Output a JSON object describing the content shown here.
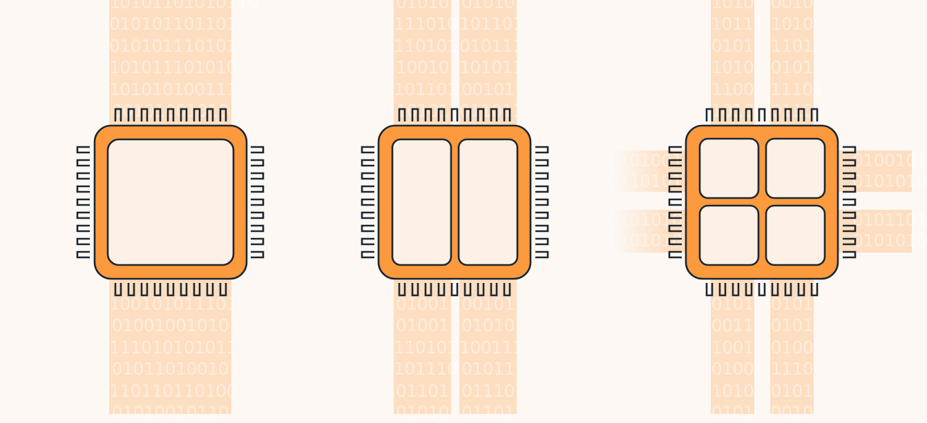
{
  "diagram": {
    "title": "",
    "description": "Three CPU chip illustrations showing single-core, dual-core and quad-core layouts with binary data streams",
    "colors": {
      "background": "#FDF8F4",
      "stripe": "#FDDEC1",
      "chip_body": "#FD9A3E",
      "die_fill": "#FDF0E6",
      "outline": "#1A2630"
    },
    "chips": [
      {
        "name": "single-core",
        "cores": 1,
        "pins_per_side": 10,
        "streams": [
          {
            "direction": "vertical",
            "top_bits": [
              "10101101010110",
              "010101101101",
              "010101110101",
              "101011101010",
              "101010100111",
              "00101001010"
            ],
            "bottom_bits": [
              "100101011101",
              "01001001010",
              "111010101011",
              "01011010010",
              "110110110100",
              "01010010110"
            ]
          }
        ]
      },
      {
        "name": "dual-core",
        "cores": 2,
        "pins_per_side": 10,
        "streams": [
          {
            "direction": "vertical",
            "top_bits": [
              "01010",
              "111010",
              "110101",
              "10010",
              "101101",
              "10101"
            ],
            "bottom_bits": [
              "01001",
              "01001",
              "110101",
              "101110",
              "01101",
              "01010"
            ]
          },
          {
            "direction": "vertical",
            "top_bits": [
              "01010",
              "101101",
              "010111",
              "101011",
              "00101",
              "011011"
            ],
            "bottom_bits": [
              "00101",
              "01010",
              "100111",
              "01011",
              "01110",
              "01101"
            ]
          }
        ]
      },
      {
        "name": "quad-core",
        "cores": 4,
        "pins_per_side": 10,
        "streams": [
          {
            "direction": "vertical",
            "top_bits": [
              "1010",
              "10111",
              "0101",
              "1010",
              "1100",
              "1010"
            ],
            "bottom_bits": [
              "0101",
              "0011",
              "1001",
              "0100",
              "1010",
              "0101"
            ]
          },
          {
            "direction": "vertical",
            "top_bits": [
              "0010",
              "1010",
              "1101",
              "0101",
              "11101",
              "0110"
            ],
            "bottom_bits": [
              "0101",
              "0101",
              "0100",
              "1110",
              "0101",
              "0010"
            ]
          },
          {
            "direction": "horizontal",
            "left_bits": [
              "0101001",
              "0110101"
            ],
            "right_bits": [
              "0100101",
              "0101010"
            ]
          },
          {
            "direction": "horizontal",
            "left_bits": [
              "0101010",
              "0101010"
            ],
            "right_bits": [
              "0101101",
              "0101010"
            ]
          }
        ]
      }
    ]
  }
}
